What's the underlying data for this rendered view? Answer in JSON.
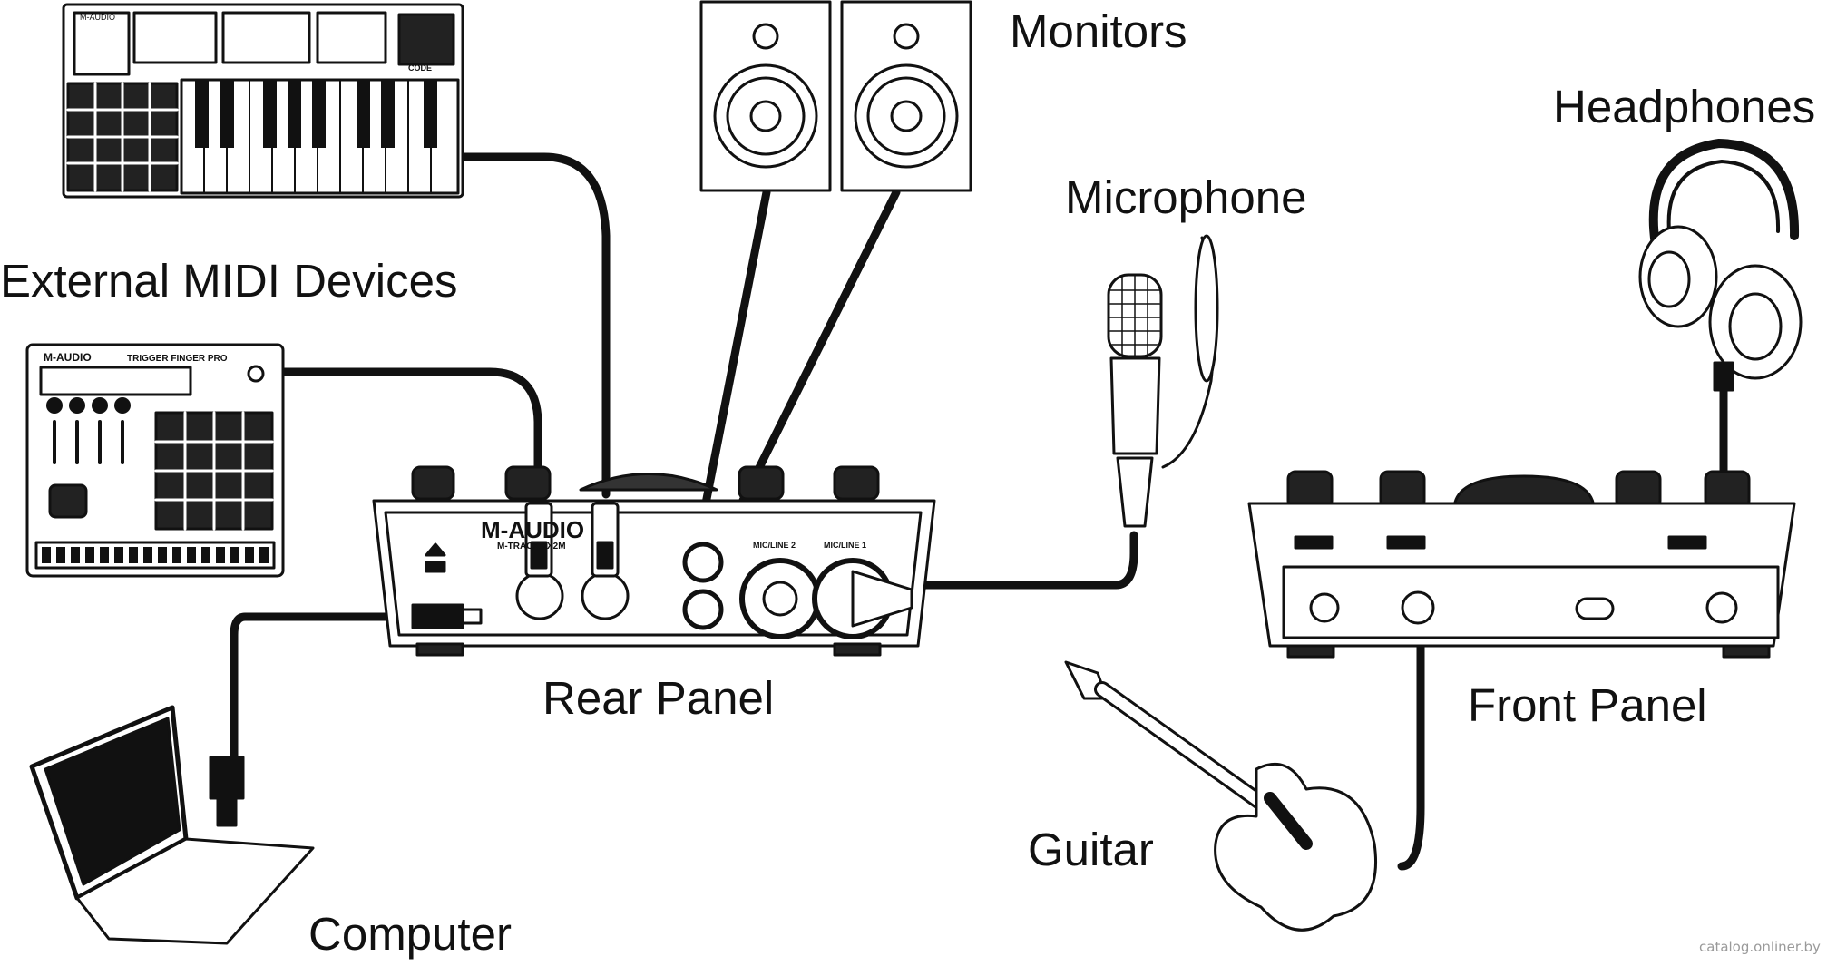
{
  "labels": {
    "monitors": "Monitors",
    "headphones": "Headphones",
    "microphone": "Microphone",
    "external_midi": "External MIDI Devices",
    "rear_panel": "Rear Panel",
    "front_panel": "Front Panel",
    "guitar": "Guitar",
    "computer": "Computer"
  },
  "device_text": {
    "keyboard_brand": "M-AUDIO",
    "keyboard_model": "CODE",
    "pad_brand": "M-AUDIO",
    "pad_model": "TRIGGER FINGER PRO",
    "interface_brand": "M-AUDIO",
    "interface_model": "M-TRACK 2X2M",
    "port_mic_line_2": "MIC/LINE 2",
    "port_mic_line_1": "MIC/LINE 1"
  },
  "watermark": "catalog.onliner.by",
  "colors": {
    "line": "#111111",
    "background": "#ffffff",
    "fill_dark": "#1a1a1a",
    "label": "#111111"
  }
}
